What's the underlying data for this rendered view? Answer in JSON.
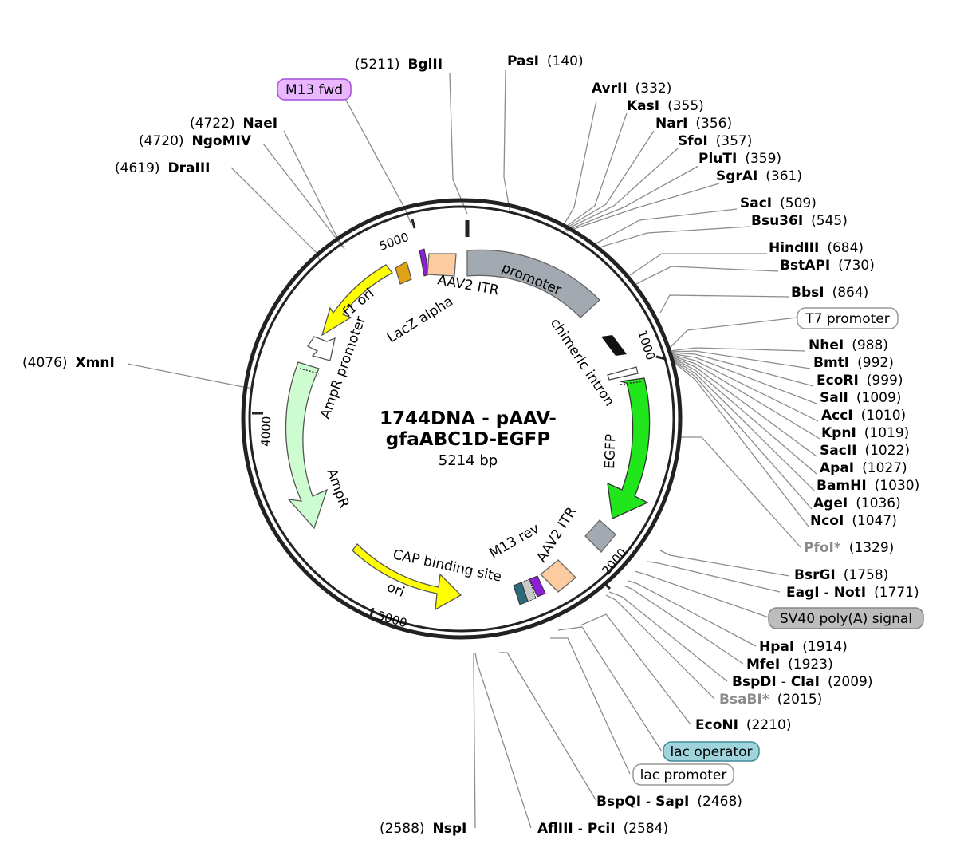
{
  "plasmid": {
    "name_line1": "1744DNA - pAAV-",
    "name_line2": "gfaABC1D-EGFP",
    "length_label": "5214 bp"
  },
  "tick_labels": {
    "t1000": "1000",
    "t2000": "2000",
    "t3000": "3000",
    "t4000": "4000",
    "t5000": "5000"
  },
  "features": {
    "promoter": "promoter",
    "chimeric_intron": "chimeric intron",
    "egfp": "EGFP",
    "aav2_itr_top": "AAV2 ITR",
    "aav2_itr_bottom": "AAV2 ITR",
    "lacz_alpha": "LacZ alpha",
    "f1_ori": "f1 ori",
    "ampr_promoter": "AmpR promoter",
    "ampr": "AmpR",
    "ori": "ori",
    "cap_binding_site": "CAP binding site",
    "m13_rev": "M13 rev"
  },
  "badges": {
    "m13_fwd": "M13 fwd",
    "t7_promoter": "T7 promoter",
    "sv40_polya": "SV40 poly(A) signal",
    "lac_operator": "lac operator",
    "lac_promoter": "lac promoter"
  },
  "sites": [
    {
      "id": "bglii",
      "name": "BglII",
      "pos": "(5211)"
    },
    {
      "id": "pasi",
      "name": "PasI",
      "pos": "(140)"
    },
    {
      "id": "avrii",
      "name": "AvrII",
      "pos": "(332)"
    },
    {
      "id": "kasi",
      "name": "KasI",
      "pos": "(355)"
    },
    {
      "id": "nari",
      "name": "NarI",
      "pos": "(356)"
    },
    {
      "id": "sfoi",
      "name": "SfoI",
      "pos": "(357)"
    },
    {
      "id": "pluti",
      "name": "PluTI",
      "pos": "(359)"
    },
    {
      "id": "sgrai",
      "name": "SgrAI",
      "pos": "(361)"
    },
    {
      "id": "saci",
      "name": "SacI",
      "pos": "(509)"
    },
    {
      "id": "bsu36i",
      "name": "Bsu36I",
      "pos": "(545)"
    },
    {
      "id": "hindiii",
      "name": "HindIII",
      "pos": "(684)"
    },
    {
      "id": "bstapi",
      "name": "BstAPI",
      "pos": "(730)"
    },
    {
      "id": "bbsi",
      "name": "BbsI",
      "pos": "(864)"
    },
    {
      "id": "nhei",
      "name": "NheI",
      "pos": "(988)"
    },
    {
      "id": "bmti",
      "name": "BmtI",
      "pos": "(992)"
    },
    {
      "id": "ecori",
      "name": "EcoRI",
      "pos": "(999)"
    },
    {
      "id": "sali",
      "name": "SalI",
      "pos": "(1009)"
    },
    {
      "id": "acci",
      "name": "AccI",
      "pos": "(1010)"
    },
    {
      "id": "kpni",
      "name": "KpnI",
      "pos": "(1019)"
    },
    {
      "id": "sacii",
      "name": "SacII",
      "pos": "(1022)"
    },
    {
      "id": "apai",
      "name": "ApaI",
      "pos": "(1027)"
    },
    {
      "id": "bamhi",
      "name": "BamHI",
      "pos": "(1030)"
    },
    {
      "id": "agei",
      "name": "AgeI",
      "pos": "(1036)"
    },
    {
      "id": "ncoi",
      "name": "NcoI",
      "pos": "(1047)"
    },
    {
      "id": "pfoi",
      "name": "PfoI*",
      "pos": "(1329)"
    },
    {
      "id": "bsrgi",
      "name": "BsrGI",
      "pos": "(1758)"
    },
    {
      "id": "eagi",
      "name": "EagI",
      "name2": "NotI",
      "sep": "-",
      "pos": "(1771)"
    },
    {
      "id": "hpai",
      "name": "HpaI",
      "pos": "(1914)"
    },
    {
      "id": "mfei",
      "name": "MfeI",
      "pos": "(1923)"
    },
    {
      "id": "bspdi",
      "name": "BspDI",
      "name2": "ClaI",
      "sep": "-",
      "pos": "(2009)"
    },
    {
      "id": "bsabi",
      "name": "BsaBI*",
      "pos": "(2015)"
    },
    {
      "id": "econi",
      "name": "EcoNI",
      "pos": "(2210)"
    },
    {
      "id": "bspqi",
      "name": "BspQI",
      "name2": "SapI",
      "sep": "-",
      "pos": "(2468)"
    },
    {
      "id": "afliii",
      "name": "AflIII",
      "name2": "PciI",
      "sep": "-",
      "pos": "(2584)"
    },
    {
      "id": "nspi",
      "name": "NspI",
      "pos": "(2588)"
    },
    {
      "id": "xmni",
      "name": "XmnI",
      "pos": "(4076)"
    },
    {
      "id": "draiii",
      "name": "DraIII",
      "pos": "(4619)"
    },
    {
      "id": "ngomiv",
      "name": "NgoMIV",
      "pos": "(4720)"
    },
    {
      "id": "naei",
      "name": "NaeI",
      "pos": "(4722)"
    }
  ],
  "colors": {
    "promoter": "#a3a9b0",
    "egfp": "#22e61c",
    "itr": "#fdcba0",
    "f1_ori": "#ffff00",
    "ori": "#ffff00",
    "ampr": "#ccfccf",
    "lacz": "#e0a214",
    "m13_fwd_badge": "#e9b6ff",
    "lac_operator_badge": "#9fd4dc",
    "sv40_badge": "#bcbcbc",
    "star_enzyme": "#8a8a8a"
  }
}
